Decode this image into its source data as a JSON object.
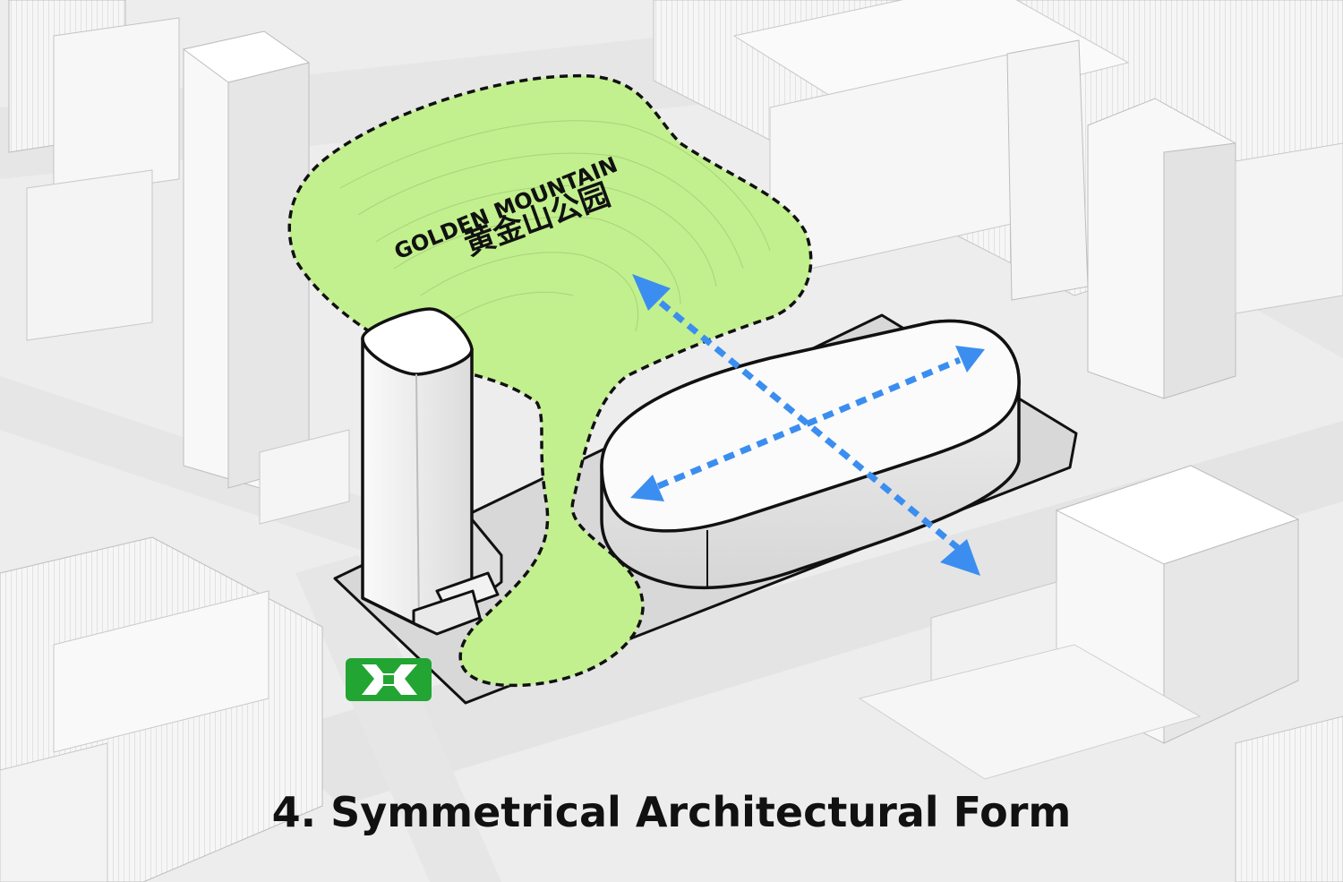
{
  "title": "4. Symmetrical Architectural Form",
  "park_label_en": "GOLDEN MOUNTAIN",
  "park_label_zh": "黄金山公园",
  "metro_icon": "shenzhen-metro-icon",
  "colors": {
    "park_fill": "#c2f08e",
    "park_outline": "#111111",
    "arrow": "#3b8ef0",
    "metro": "#22a532",
    "building": "#ffffff",
    "context": "#f5f5f5",
    "road": "#e9e9e9"
  }
}
